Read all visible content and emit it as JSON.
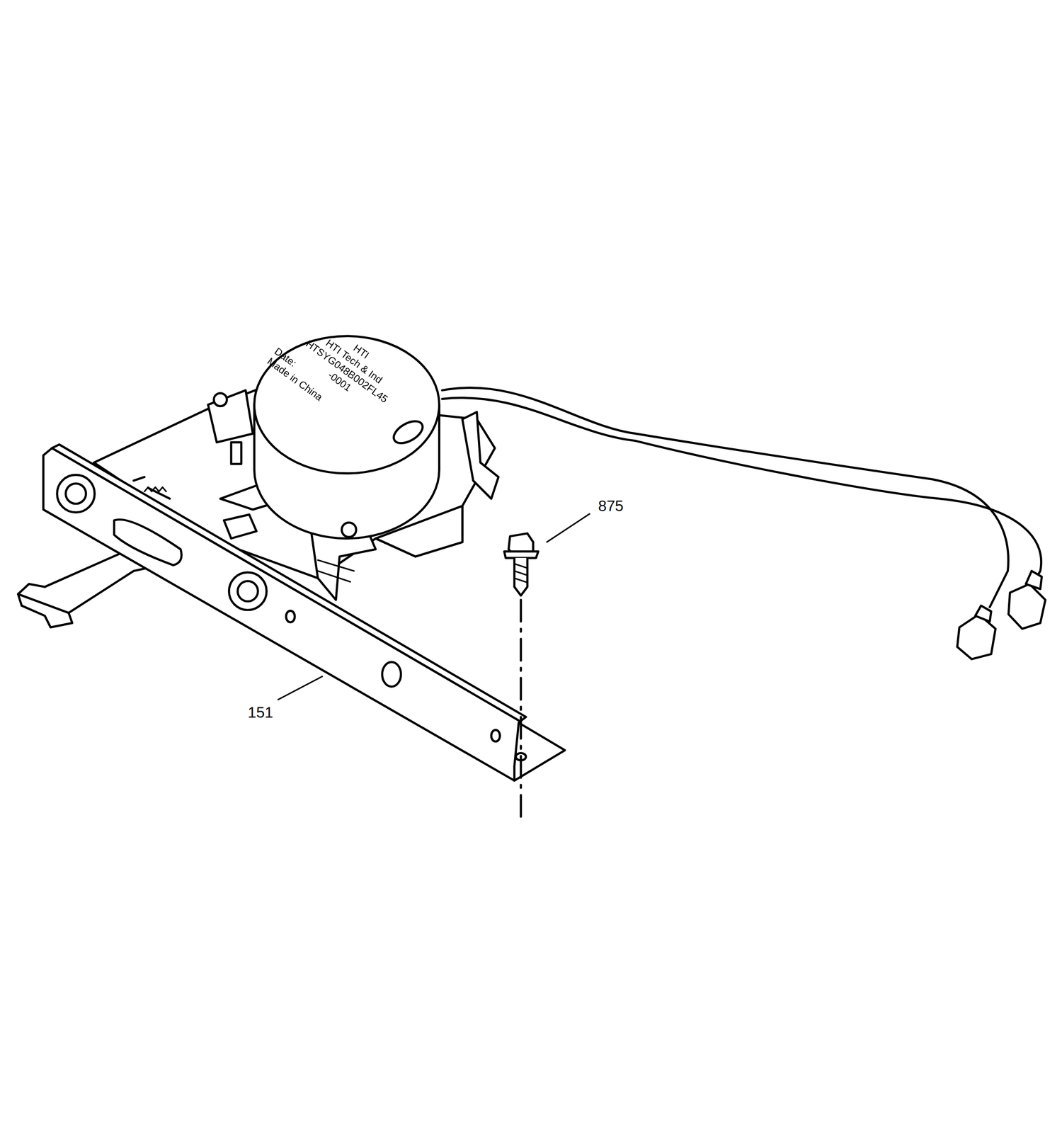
{
  "diagram": {
    "labels": [
      "HTI",
      "HTI Tech & Ind",
      "HTSYG048B002FL45",
      "-0001",
      "Date:",
      "Made in China",
      "875",
      "151"
    ]
  }
}
